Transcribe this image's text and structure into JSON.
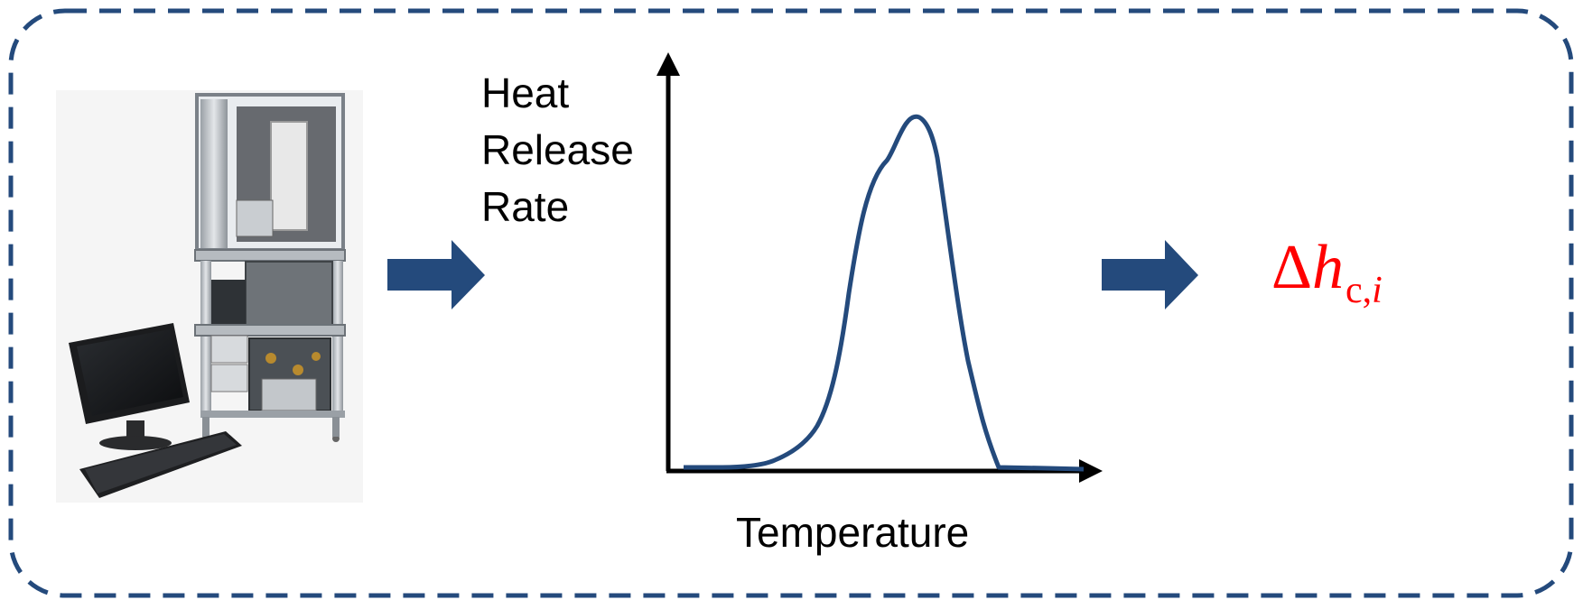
{
  "diagram": {
    "border_color": "#244a7c",
    "arrow_color": "#244a7c",
    "curve_color": "#244a7c",
    "result_color": "#ff0000",
    "apparatus_icon": "lab-instrument-with-computer-icon",
    "arrow_icon": "right-arrow-icon"
  },
  "plot": {
    "y_label_lines": [
      "Heat",
      "Release",
      "Rate"
    ],
    "x_label": "Temperature"
  },
  "result": {
    "delta": "Δ",
    "h": "h",
    "sub_c": "c",
    "sub_sep": ",",
    "sub_i": "i"
  }
}
